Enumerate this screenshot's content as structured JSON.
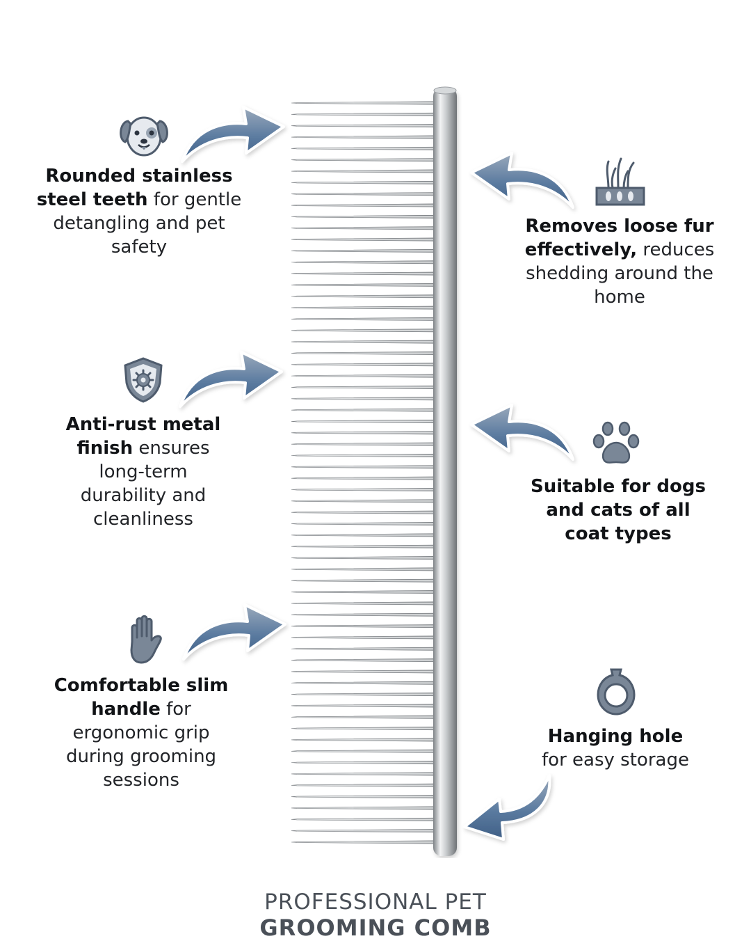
{
  "colors": {
    "icon_fill": "#7a8797",
    "icon_stroke": "#4e5b6c",
    "arrow_light": "#93a3b6",
    "arrow_dark": "#4f6f94",
    "metal_light": "#f4f5f6",
    "metal_dark": "#8f9396",
    "text": "#222428",
    "footer_text": "#4a5058"
  },
  "features": {
    "teeth": {
      "icon": "dog-face-icon",
      "bold": "Rounded stainless steel teeth",
      "rest": " for gentle detangling and pet safety"
    },
    "fur": {
      "icon": "hair-follicle-icon",
      "bold": "Removes loose fur effectively,",
      "rest": " reduces shedding around the home"
    },
    "rust": {
      "icon": "shield-gear-icon",
      "bold": "Anti-rust metal finish",
      "rest": " ensures long-term durability and cleanliness"
    },
    "coat": {
      "icon": "paw-icon",
      "bold": "Suitable for dogs and cats of all coat types",
      "rest": ""
    },
    "handle": {
      "icon": "hand-icon",
      "bold": "Comfortable slim handle",
      "rest": " for ergonomic grip during grooming sessions"
    },
    "hole": {
      "icon": "ring-icon",
      "bold": "Hanging hole",
      "rest": " for easy storage"
    }
  },
  "footer": {
    "line1": "PROFESSIONAL PET",
    "line2": "GROOMING COMB"
  }
}
